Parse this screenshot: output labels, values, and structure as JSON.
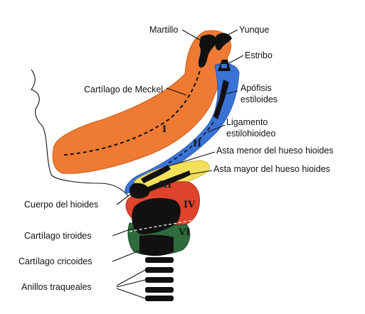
{
  "figure": {
    "labels": {
      "martillo": "Martillo",
      "yunque": "Yunque",
      "estribo": "Estribo",
      "meckel": "Cartílago de Meckel",
      "apofisis_1": "Apófisis",
      "apofisis_2": "estiloides",
      "ligamento_1": "Ligamento",
      "ligamento_2": "estilohioideo",
      "asta_menor": "Asta menor del hueso hioides",
      "asta_mayor": "Asta mayor del hueso hioides",
      "cuerpo_hioides": "Cuerpo del hioides",
      "tiroides": "Cartílago tiroides",
      "cricoides": "Cartílago cricoides",
      "anillos": "Anillos traqueales"
    },
    "arch_numerals": {
      "arch_1": "I",
      "arch_2": "II",
      "arch_3": "III",
      "arch_4": "IV",
      "arch_6": "VI"
    },
    "colors": {
      "arch_1_orange": "#ee7a33",
      "arch_2_blue": "#3a73d6",
      "arch_3_yellow": "#f4e15a",
      "arch_4_red": "#e0432c",
      "arch_6_green": "#2f6b3c",
      "cartilage_black": "#111111"
    }
  }
}
